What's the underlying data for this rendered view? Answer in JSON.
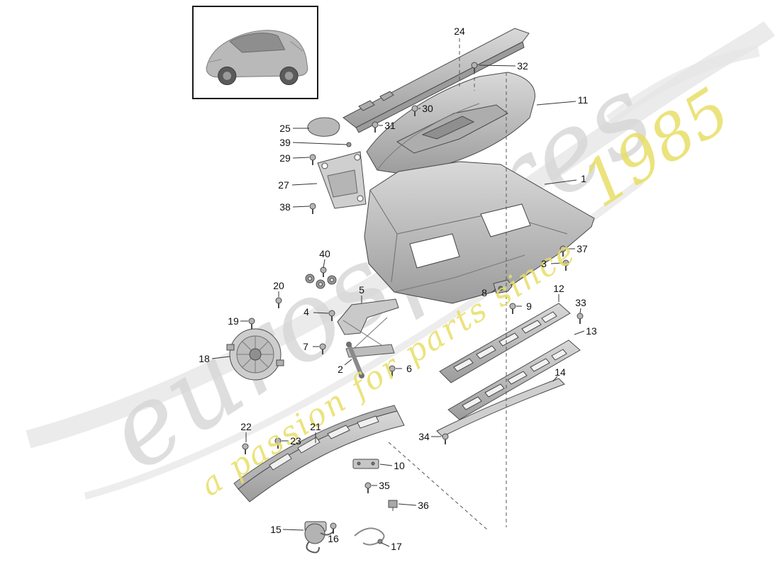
{
  "page": {
    "background_color": "#ffffff"
  },
  "watermark": {
    "brand": "eurospares",
    "tagline": "a passion for parts since",
    "year": "1985",
    "brand_color": "#d7d7d7",
    "accent_color": "#e8df67"
  },
  "vehicle_thumbnail": {
    "icon": "car-rear-three-quarter-view"
  },
  "diagram": {
    "labels": [
      {
        "text": "24"
      },
      {
        "text": "32"
      },
      {
        "text": "30"
      },
      {
        "text": "31"
      },
      {
        "text": "11"
      },
      {
        "text": "25"
      },
      {
        "text": "39"
      },
      {
        "text": "29"
      },
      {
        "text": "27"
      },
      {
        "text": "38"
      },
      {
        "text": "1"
      },
      {
        "text": "37"
      },
      {
        "text": "3"
      },
      {
        "text": "40"
      },
      {
        "text": "20"
      },
      {
        "text": "5"
      },
      {
        "text": "4"
      },
      {
        "text": "8"
      },
      {
        "text": "9"
      },
      {
        "text": "12"
      },
      {
        "text": "33"
      },
      {
        "text": "13"
      },
      {
        "text": "19"
      },
      {
        "text": "7"
      },
      {
        "text": "14"
      },
      {
        "text": "18"
      },
      {
        "text": "2"
      },
      {
        "text": "6"
      },
      {
        "text": "22"
      },
      {
        "text": "23"
      },
      {
        "text": "21"
      },
      {
        "text": "34"
      },
      {
        "text": "10"
      },
      {
        "text": "35"
      },
      {
        "text": "36"
      },
      {
        "text": "15"
      },
      {
        "text": "16"
      },
      {
        "text": "17"
      }
    ]
  }
}
